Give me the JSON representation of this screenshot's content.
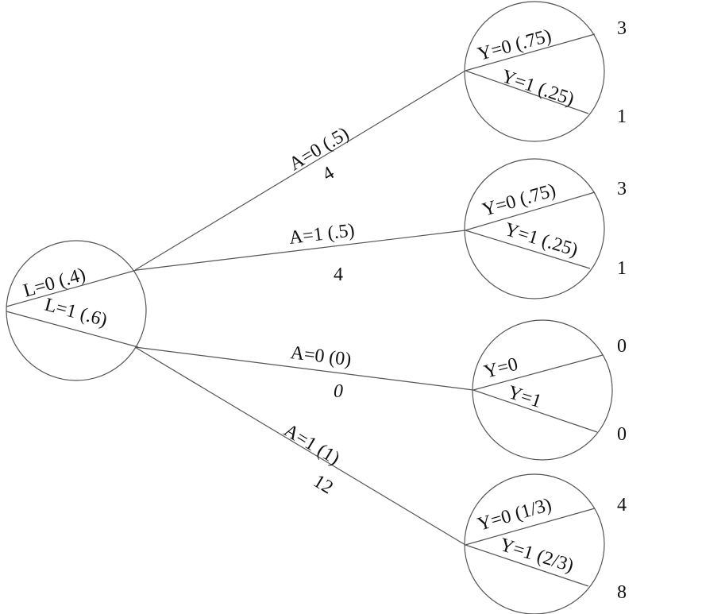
{
  "root": {
    "labels": [
      "L=0 (.4)",
      "L=1 (.6)"
    ]
  },
  "branches": [
    {
      "label": "A=0 (.5)",
      "value": "4"
    },
    {
      "label": "A=1 (.5)",
      "value": "4"
    },
    {
      "label": "A=0 (0)",
      "value": "0"
    },
    {
      "label": "A=1 (1)",
      "value": "12"
    }
  ],
  "leaves": [
    {
      "labels": [
        "Y=0 (.75)",
        "Y=1 (.25)"
      ],
      "outcomes": [
        "3",
        "1"
      ]
    },
    {
      "labels": [
        "Y=0 (.75)",
        "Y=1 (.25)"
      ],
      "outcomes": [
        "3",
        "1"
      ]
    },
    {
      "labels": [
        "Y=0",
        "Y=1"
      ],
      "outcomes": [
        "0",
        "0"
      ]
    },
    {
      "labels": [
        "Y=0 (1/3)",
        "Y=1 (2/3)"
      ],
      "outcomes": [
        "4",
        "8"
      ]
    }
  ]
}
